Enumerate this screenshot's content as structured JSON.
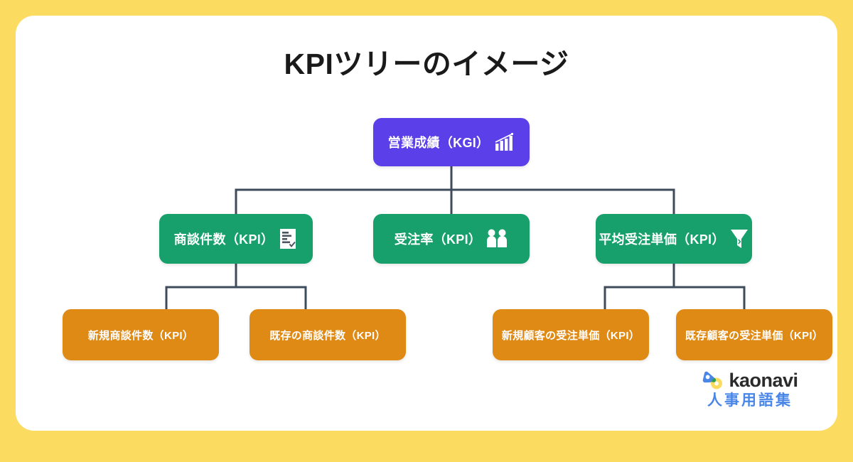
{
  "theme": {
    "frame_color": "#FCDC60",
    "card_color": "#FFFFFF",
    "kgi_color": "#5B3FE8",
    "kpi_color": "#17A06B",
    "sub_kpi_color": "#E08A16",
    "connector_color": "#3E4B5B",
    "title_color": "#1A1A1A",
    "brand_word_color": "#2B2B2B",
    "brand_sub_color": "#4A86E8"
  },
  "title": "KPIツリーのイメージ",
  "tree": {
    "kgi": {
      "label": "営業成績（KGI）",
      "icon": "bar-chart-icon"
    },
    "kpis": [
      {
        "label": "商談件数（KPI）",
        "icon": "document-check-icon"
      },
      {
        "label": "受注率（KPI）",
        "icon": "two-people-icon"
      },
      {
        "label": "平均受注単価（KPI）",
        "icon": "funnel-icon"
      }
    ],
    "sub_kpis": [
      {
        "label": "新規商談件数（KPI）"
      },
      {
        "label": "既存の商談件数（KPI）"
      },
      {
        "label": "新規顧客の受注単価（KPI）"
      },
      {
        "label": "既存顧客の受注単価（KPI）"
      }
    ]
  },
  "brand": {
    "logo_icon": "kaonavi-logo-icon",
    "wordmark": "kaonavi",
    "tagline": "人事用語集"
  }
}
